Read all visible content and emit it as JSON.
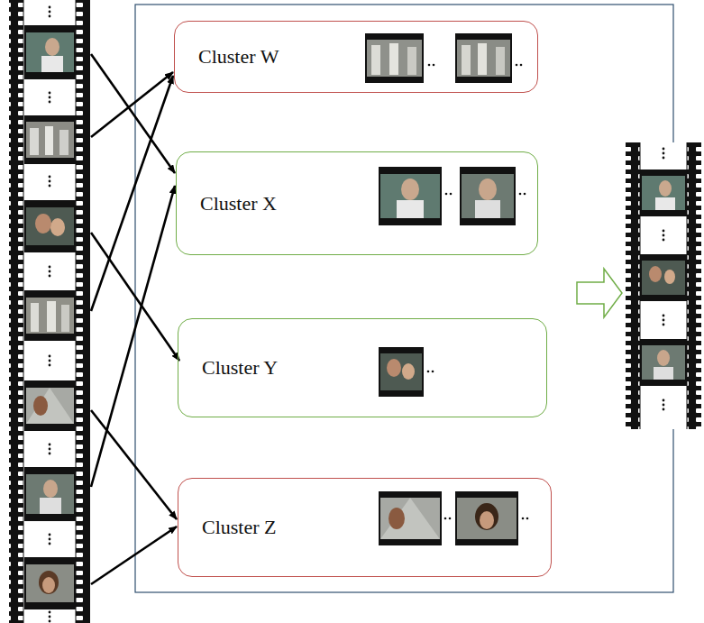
{
  "diagram": {
    "nodes": [
      {
        "text": [
          "Cluster W"
        ]
      },
      {
        "text": [
          "Cluster X"
        ]
      },
      {
        "text": [
          "Cluster Y"
        ]
      },
      {
        "text": [
          "Cluster Z"
        ]
      }
    ]
  }
}
